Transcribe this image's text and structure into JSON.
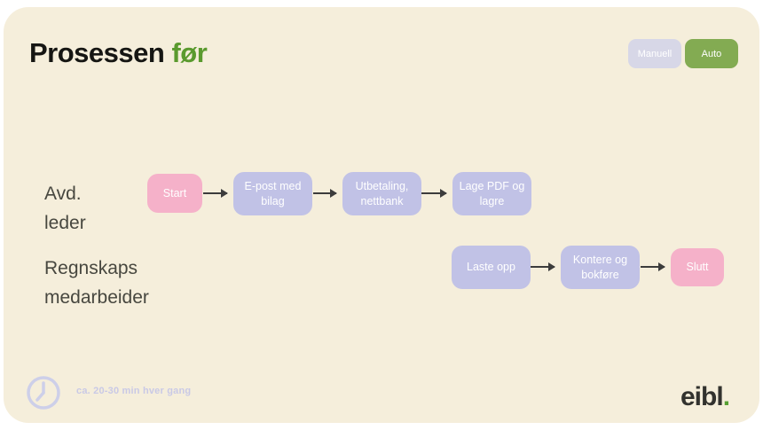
{
  "title": {
    "main": "Prosessen ",
    "highlight": "før"
  },
  "toolbar": {
    "manual_label": "Manuell",
    "auto_label": "Auto"
  },
  "lanes": {
    "lane1_label": "Avd.\nleder",
    "lane2_label": "Regnskaps\nmedarbeider"
  },
  "flow": {
    "row1": [
      {
        "label": "Start",
        "type": "start"
      },
      {
        "label": "E-post med bilag",
        "type": "task"
      },
      {
        "label": "Utbetaling, nettbank",
        "type": "task"
      },
      {
        "label": "Lage PDF og lagre",
        "type": "task"
      }
    ],
    "row2": [
      {
        "label": "Laste opp",
        "type": "task"
      },
      {
        "label": "Kontere og bokføre",
        "type": "task"
      },
      {
        "label": "Slutt",
        "type": "end"
      }
    ]
  },
  "footer": {
    "time_caption": "ca. 20-30 min hver gang",
    "clock_icon": "clock-icon"
  },
  "logo": {
    "text": "eibl",
    "dot": "."
  },
  "colors": {
    "card_background": "#f5eedb",
    "task_node": "#c1c2e6",
    "terminal_node": "#f5b1c9",
    "auto_button": "#83ab52",
    "manual_button": "#d7d7e7",
    "title_highlight": "#5a9a2e",
    "logo_dot": "#57a033",
    "muted_periwinkle": "#c9c9e6",
    "arrow": "#3c3c3c"
  }
}
